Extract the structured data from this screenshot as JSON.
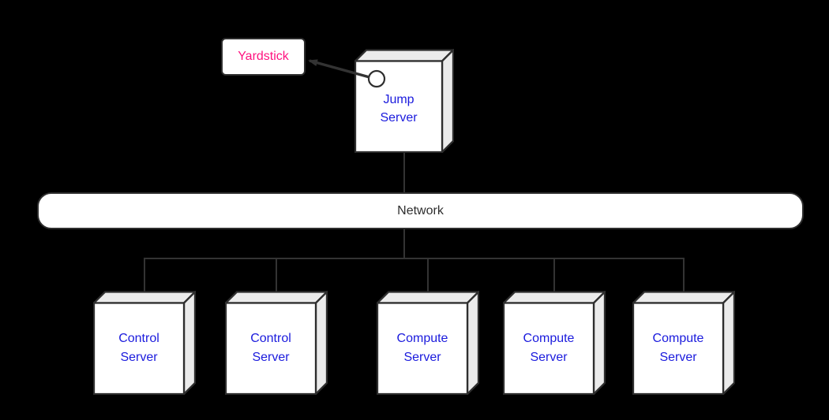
{
  "diagram": {
    "colors": {
      "canvas_bg": "#000000",
      "box_fill": "#ffffff",
      "box_side_fill": "#ebebeb",
      "border": "#2e2e2e",
      "line": "#333333",
      "label_blue": "#1a1add",
      "yardstick_pink": "#ff1380",
      "network_text": "#2e2e2e"
    },
    "yardstick": {
      "label": "Yardstick"
    },
    "jump_server": {
      "line1": "Jump",
      "line2": "Server"
    },
    "network": {
      "label": "Network"
    },
    "servers": [
      {
        "line1": "Control",
        "line2": "Server"
      },
      {
        "line1": "Control",
        "line2": "Server"
      },
      {
        "line1": "Compute",
        "line2": "Server"
      },
      {
        "line1": "Compute",
        "line2": "Server"
      },
      {
        "line1": "Compute",
        "line2": "Server"
      }
    ]
  }
}
